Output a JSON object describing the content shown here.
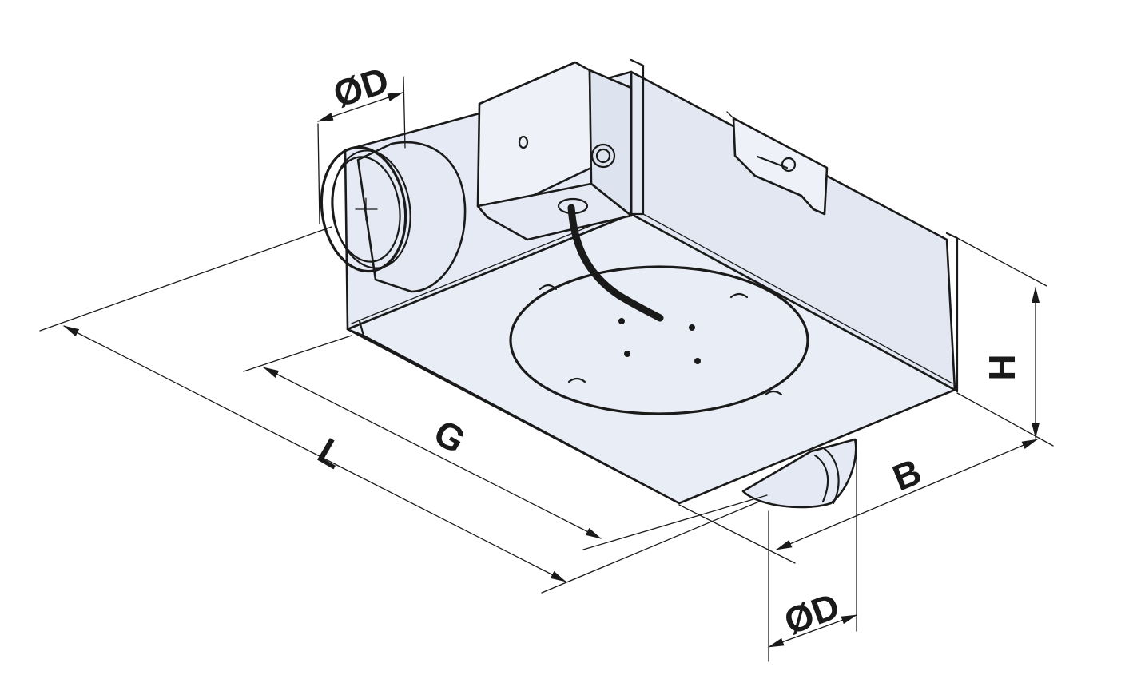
{
  "labels": {
    "diameter_top": "ØD",
    "diameter_bottom": "ØD",
    "length": "L",
    "spacing": "G",
    "width": "B",
    "height": "H"
  },
  "colors": {
    "outline": "#1a1a1a",
    "panel_light": "#eef1f8",
    "panel_mid": "#e2e7f2",
    "panel_dark": "#d3d9e8",
    "background": "#ffffff"
  },
  "icons": [
    "duct-spigot-icon",
    "terminal-box-icon",
    "power-cable-icon",
    "mounting-bracket-icon",
    "service-hatch-icon"
  ]
}
